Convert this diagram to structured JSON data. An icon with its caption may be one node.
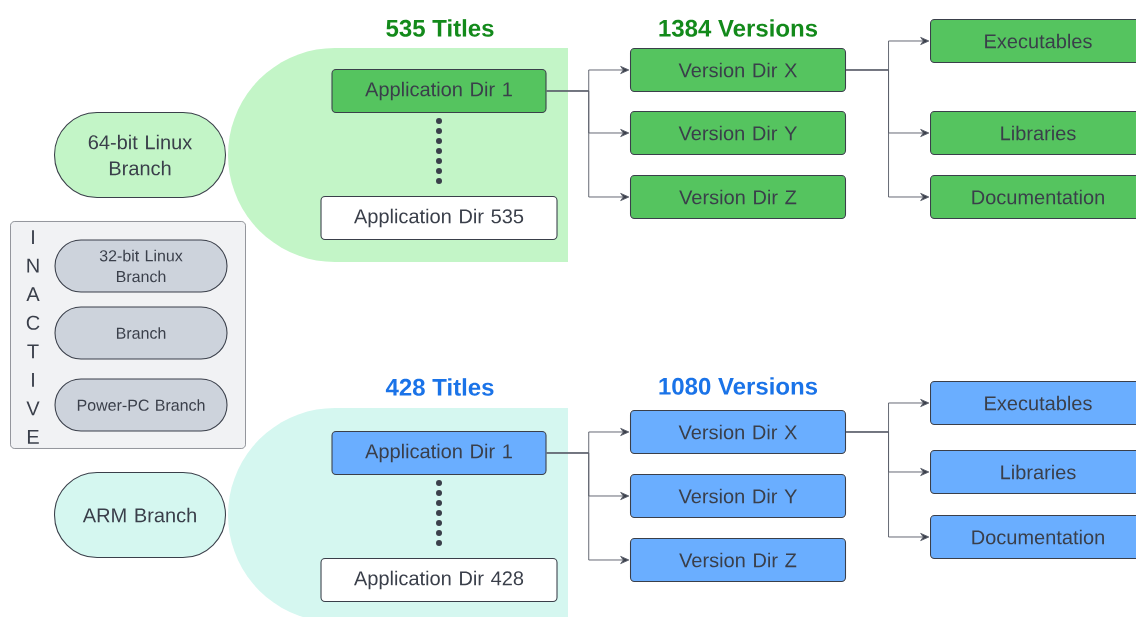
{
  "diagram": {
    "nodes": [
      {
        "text": [
          "535 Titles"
        ]
      },
      {
        "text": [
          "Application Dir 1"
        ],
        "in": 0
      },
      {
        "text": [
          "Application Dir 535"
        ],
        "in": 0
      },
      {
        "text": [
          "64-bit Linux Branch"
        ]
      },
      {
        "text": [
          "Version Dir X"
        ]
      },
      {
        "text": [
          "Version Dir Y"
        ]
      },
      {
        "text": [
          "Version Dir Z"
        ]
      },
      {
        "text": [
          "Executables"
        ]
      },
      {
        "text": [
          "Libraries"
        ]
      },
      {
        "text": [
          "Documentation"
        ]
      },
      {
        "text": [
          "INACTIVE"
        ]
      },
      {
        "text": [
          "32-bit Linux Branch"
        ],
        "in": 10
      },
      {
        "text": [
          "Branch"
        ],
        "in": 10
      },
      {
        "text": [
          "Power-PC Branch"
        ],
        "in": 10
      },
      {
        "text": [
          "428 Titles"
        ]
      },
      {
        "text": [
          "Application Dir 1"
        ],
        "in": 14
      },
      {
        "text": [
          "Application Dir 428"
        ],
        "in": 14
      },
      {
        "text": [
          "ARM Branch"
        ]
      },
      {
        "text": [
          "Version Dir X"
        ]
      },
      {
        "text": [
          "Version Dir Y"
        ]
      },
      {
        "text": [
          "Version Dir Z"
        ]
      },
      {
        "text": [
          "Executables"
        ]
      },
      {
        "text": [
          "Libraries"
        ]
      },
      {
        "text": [
          "Documentation"
        ]
      }
    ],
    "edges": [
      {
        "from": 1,
        "to": 2,
        "arrow": "none",
        "style": "dashed"
      },
      {
        "from": 1,
        "to": 4,
        "arrow": "to"
      },
      {
        "from": 1,
        "to": 5,
        "arrow": "to"
      },
      {
        "from": 1,
        "to": 6,
        "arrow": "to"
      },
      {
        "from": 4,
        "to": 7,
        "arrow": "to"
      },
      {
        "from": 4,
        "to": 8,
        "arrow": "to"
      },
      {
        "from": 4,
        "to": 9,
        "arrow": "to"
      },
      {
        "from": 15,
        "to": 16,
        "arrow": "none",
        "style": "dashed"
      },
      {
        "from": 15,
        "to": 18,
        "arrow": "to"
      },
      {
        "from": 15,
        "to": 19,
        "arrow": "to"
      },
      {
        "from": 15,
        "to": 20,
        "arrow": "to"
      },
      {
        "from": 18,
        "to": 21,
        "arrow": "to"
      },
      {
        "from": 18,
        "to": 22,
        "arrow": "to"
      },
      {
        "from": 18,
        "to": 23,
        "arrow": "to"
      }
    ],
    "labels": [
      "1384 Versions",
      "1080 Versions"
    ]
  }
}
